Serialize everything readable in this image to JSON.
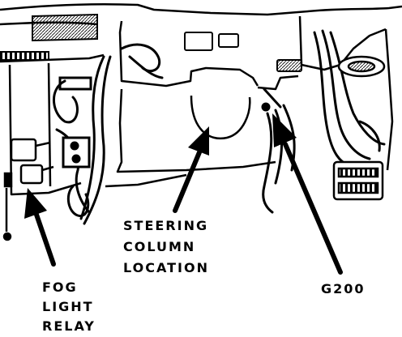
{
  "labels": {
    "fog_light_relay": [
      "FOG",
      "LIGHT",
      "RELAY"
    ],
    "steering_column_location": [
      "STEERING",
      "COLUMN",
      "LOCATION"
    ],
    "g200": "G200"
  },
  "colors": {
    "ink": "#000000",
    "paper": "#ffffff"
  }
}
